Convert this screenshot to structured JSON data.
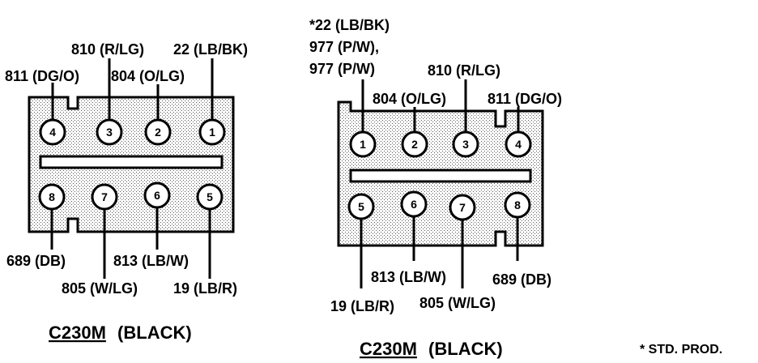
{
  "connectors": [
    {
      "title_code": "C230M",
      "title_color": "(BLACK)",
      "pins": [
        {
          "number": "4",
          "label": "811 (DG/O)"
        },
        {
          "number": "3",
          "label": "810 (R/LG)"
        },
        {
          "number": "2",
          "label": "804 (O/LG)"
        },
        {
          "number": "1",
          "label": "22 (LB/BK)"
        },
        {
          "number": "8",
          "label": "689 (DB)"
        },
        {
          "number": "7",
          "label": "805 (W/LG)"
        },
        {
          "number": "6",
          "label": "813 (LB/W)"
        },
        {
          "number": "5",
          "label": "19 (LB/R)"
        }
      ]
    },
    {
      "title_code": "C230M",
      "title_color": "(BLACK)",
      "pins": [
        {
          "number": "1",
          "label_lines": [
            "*22 (LB/BK)",
            "977 (P/W),",
            "977 (P/W)"
          ]
        },
        {
          "number": "2",
          "label": "804 (O/LG)"
        },
        {
          "number": "3",
          "label": "810 (R/LG)"
        },
        {
          "number": "4",
          "label": "811 (DG/O)"
        },
        {
          "number": "5",
          "label": "19 (LB/R)"
        },
        {
          "number": "6",
          "label": "813 (LB/W)"
        },
        {
          "number": "7",
          "label": "805 (W/LG)"
        },
        {
          "number": "8",
          "label": "689 (DB)"
        }
      ]
    }
  ],
  "footnote": "* STD. PROD."
}
